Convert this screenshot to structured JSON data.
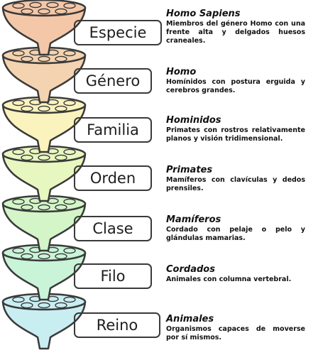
{
  "levels": [
    {
      "rank": "Especie",
      "title": "Homo Sapiens",
      "description": "Miembros del género Homo con una frente alta y delgados huesos craneales.",
      "fill": "#f4c7a8"
    },
    {
      "rank": "Género",
      "title": "Homo",
      "description": "Homínidos con postura erguida y cerebros grandes.",
      "fill": "#f4d3b0"
    },
    {
      "rank": "Familia",
      "title": "Hominidos",
      "description": "Primates con rostros relativamente planos y visión tridimensional.",
      "fill": "#fbf3bd"
    },
    {
      "rank": "Orden",
      "title": "Primates",
      "description": "Mamíferos con clavículas y dedos prensiles.",
      "fill": "#e8f7c0"
    },
    {
      "rank": "Clase",
      "title": "Mamíferos",
      "description": "Cordado con pelaje o pelo y glándulas mamarias.",
      "fill": "#d3f5c8"
    },
    {
      "rank": "Filo",
      "title": "Cordados",
      "description": "Animales con columna vertebral.",
      "fill": "#c9f4d8"
    },
    {
      "rank": "Reino",
      "title": "Animales",
      "description": "Organismos capaces de moverse por sí mismos.",
      "fill": "#c9eef2"
    }
  ]
}
